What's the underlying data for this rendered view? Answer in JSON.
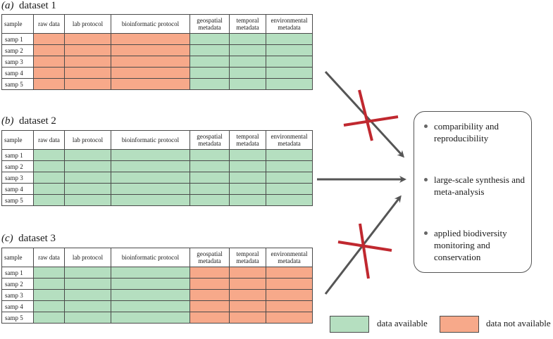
{
  "columns": [
    "sample",
    "raw data",
    "lab protocol",
    "bioinformatic protocol",
    "geospatial metadata",
    "temporal metadata",
    "environmental metadata"
  ],
  "colors": {
    "available": "#b5dfc0",
    "not_available": "#f7a98a",
    "cross": "#c0282f",
    "arrow": "#555555"
  },
  "datasets": [
    {
      "panel": "(a)",
      "title": "dataset 1",
      "rows": [
        {
          "label": "samp 1",
          "status": [
            "na",
            "na",
            "na",
            "av",
            "av",
            "av"
          ]
        },
        {
          "label": "samp 2",
          "status": [
            "na",
            "na",
            "na",
            "av",
            "av",
            "av"
          ]
        },
        {
          "label": "samp 3",
          "status": [
            "na",
            "na",
            "na",
            "av",
            "av",
            "av"
          ]
        },
        {
          "label": "samp 4",
          "status": [
            "na",
            "na",
            "na",
            "av",
            "av",
            "av"
          ]
        },
        {
          "label": "samp 5",
          "status": [
            "na",
            "na",
            "na",
            "av",
            "av",
            "av"
          ]
        }
      ]
    },
    {
      "panel": "(b)",
      "title": "dataset 2",
      "rows": [
        {
          "label": "samp 1",
          "status": [
            "av",
            "av",
            "av",
            "av",
            "av",
            "av"
          ]
        },
        {
          "label": "samp 2",
          "status": [
            "av",
            "av",
            "av",
            "av",
            "av",
            "av"
          ]
        },
        {
          "label": "samp 3",
          "status": [
            "av",
            "av",
            "av",
            "av",
            "av",
            "av"
          ]
        },
        {
          "label": "samp 4",
          "status": [
            "av",
            "av",
            "av",
            "av",
            "av",
            "av"
          ]
        },
        {
          "label": "samp 5",
          "status": [
            "av",
            "av",
            "av",
            "av",
            "av",
            "av"
          ]
        }
      ]
    },
    {
      "panel": "(c)",
      "title": "dataset 3",
      "rows": [
        {
          "label": "samp 1",
          "status": [
            "av",
            "av",
            "av",
            "na",
            "na",
            "na"
          ]
        },
        {
          "label": "samp 2",
          "status": [
            "av",
            "av",
            "av",
            "na",
            "na",
            "na"
          ]
        },
        {
          "label": "samp 3",
          "status": [
            "av",
            "av",
            "av",
            "na",
            "na",
            "na"
          ]
        },
        {
          "label": "samp 4",
          "status": [
            "av",
            "av",
            "av",
            "na",
            "na",
            "na"
          ]
        },
        {
          "label": "samp 5",
          "status": [
            "av",
            "av",
            "av",
            "na",
            "na",
            "na"
          ]
        }
      ]
    }
  ],
  "outcomes": [
    "comparibility and reproducibility",
    "large-scale synthesis and meta-analysis",
    "applied biodiversity monitoring and conservation"
  ],
  "legend": {
    "available": "data available",
    "not_available": "data not available"
  }
}
